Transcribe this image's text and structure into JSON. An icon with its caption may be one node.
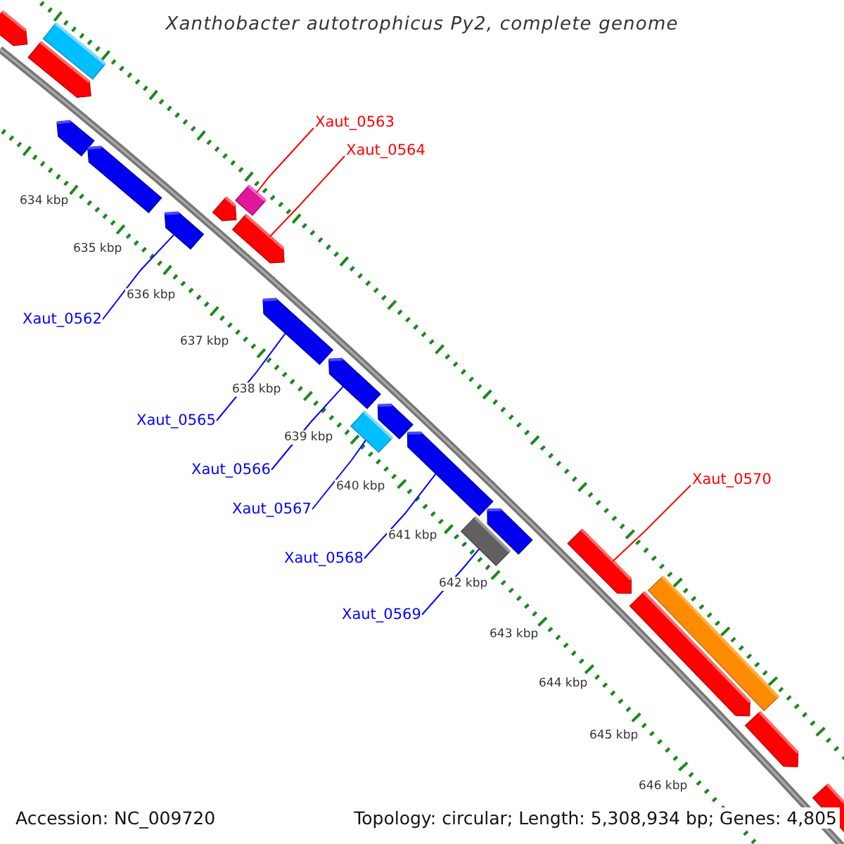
{
  "diagram": {
    "title": "Xanthobacter autotrophicus Py2, complete genome",
    "nodes": [
      {
        "text": [
          "Xaut_0563"
        ]
      },
      {
        "text": [
          "Xaut_0564"
        ]
      },
      {
        "text": [
          "Xaut_0562"
        ]
      },
      {
        "text": [
          "Xaut_0565"
        ]
      },
      {
        "text": [
          "Xaut_0566"
        ]
      },
      {
        "text": [
          "Xaut_0567"
        ]
      },
      {
        "text": [
          "Xaut_0568"
        ]
      },
      {
        "text": [
          "Xaut_0569"
        ]
      },
      {
        "text": [
          "Xaut_0570"
        ]
      },
      {
        "text": [],
        "shape": "bar"
      },
      {
        "text": [],
        "shape": "bar"
      },
      {
        "text": [],
        "shape": "bar"
      },
      {
        "text": [],
        "shape": "bar"
      },
      {
        "text": [],
        "shape": "bar"
      },
      {
        "text": [],
        "shape": "bar"
      },
      {
        "text": [],
        "shape": "bar"
      },
      {
        "text": [],
        "shape": "bar"
      },
      {
        "text": [],
        "shape": "bar"
      },
      {
        "text": [],
        "shape": "bar"
      },
      {
        "text": [],
        "shape": "bar"
      },
      {
        "text": [],
        "shape": "bar"
      },
      {
        "text": [],
        "shape": "bar"
      },
      {
        "text": [],
        "shape": "bar"
      },
      {
        "text": [],
        "shape": "bar"
      },
      {
        "text": [],
        "shape": "bar"
      },
      {
        "text": [],
        "shape": "bar"
      },
      {
        "text": [],
        "shape": "bar"
      },
      {
        "text": [],
        "shape": "bar"
      },
      {
        "text": [],
        "shape": "bar"
      },
      {
        "text": [],
        "shape": "bar"
      }
    ],
    "edges": [
      {
        "from": 0,
        "to": 16,
        "arrow": "none",
        "color": "#ff0000"
      },
      {
        "from": 1,
        "to": 17,
        "arrow": "none",
        "color": "#ff0000"
      },
      {
        "from": 2,
        "to": 14,
        "arrow": "none"
      },
      {
        "from": 3,
        "to": 18,
        "arrow": "none"
      },
      {
        "from": 4,
        "to": 19,
        "arrow": "none"
      },
      {
        "from": 5,
        "to": 20,
        "arrow": "none"
      },
      {
        "from": 6,
        "to": 22,
        "arrow": "none"
      },
      {
        "from": 7,
        "to": 23,
        "arrow": "none"
      },
      {
        "from": 8,
        "to": 25,
        "arrow": "none",
        "color": "#ff0000"
      }
    ],
    "labels": [
      "634 kbp",
      "635 kbp",
      "636 kbp",
      "637 kbp",
      "638 kbp",
      "639 kbp",
      "640 kbp",
      "641 kbp",
      "642 kbp",
      "643 kbp",
      "644 kbp",
      "645 kbp",
      "646 kbp",
      "Accession: NC_009720",
      "Topology: circular; Length: 5,308,934 bp; Genes: 4,805"
    ]
  }
}
